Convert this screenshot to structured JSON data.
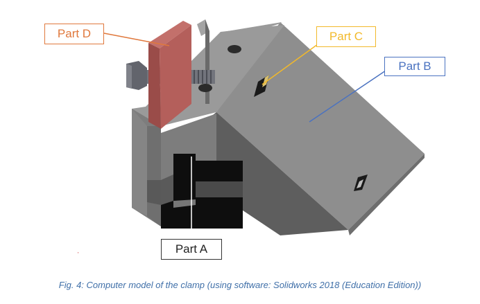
{
  "figure": {
    "caption": "Fig. 4: Computer model of the clamp (using software: Solidworks 2018 (Education Edition))"
  },
  "callouts": {
    "part_a": {
      "label": "Part A",
      "color": "#333333"
    },
    "part_b": {
      "label": "Part B",
      "color": "#4a72c0"
    },
    "part_c": {
      "label": "Part C",
      "color": "#f2b92a"
    },
    "part_d": {
      "label": "Part D",
      "color": "#e0783c"
    }
  },
  "colors": {
    "body_gray": "#8c8c8c",
    "plate_red": "#b5605c",
    "bolt_gray": "#757780"
  }
}
